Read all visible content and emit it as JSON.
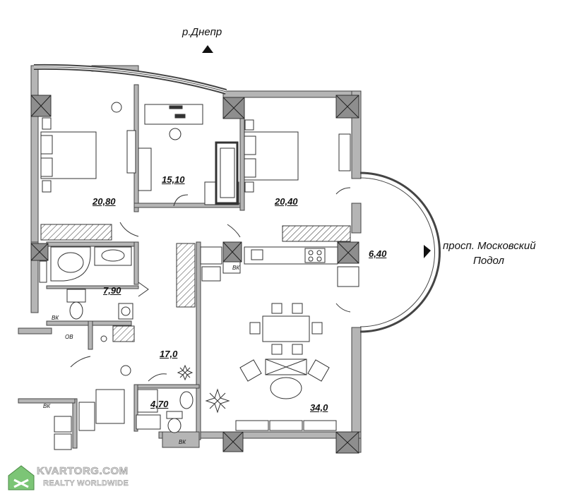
{
  "river_label": "р.Днепр",
  "street_label_line1": "просп. Московский",
  "street_label_line2": "Подол",
  "rooms": {
    "bedroom_left": "20,80",
    "study": "15,10",
    "bedroom_right": "20,40",
    "bay": "6,40",
    "bathroom": "7,90",
    "hall": "17,0",
    "wc": "4,70",
    "living": "34,0"
  },
  "small_labels": {
    "vk_kitchen": "ВК",
    "vk_left": "ВК",
    "ov": "ОВ",
    "vk_lower_left": "ВК",
    "vk_bottom": "ВК"
  },
  "watermark": {
    "line1": "KVARTORG.COM",
    "line2": "REALTY WORLDWIDE"
  }
}
